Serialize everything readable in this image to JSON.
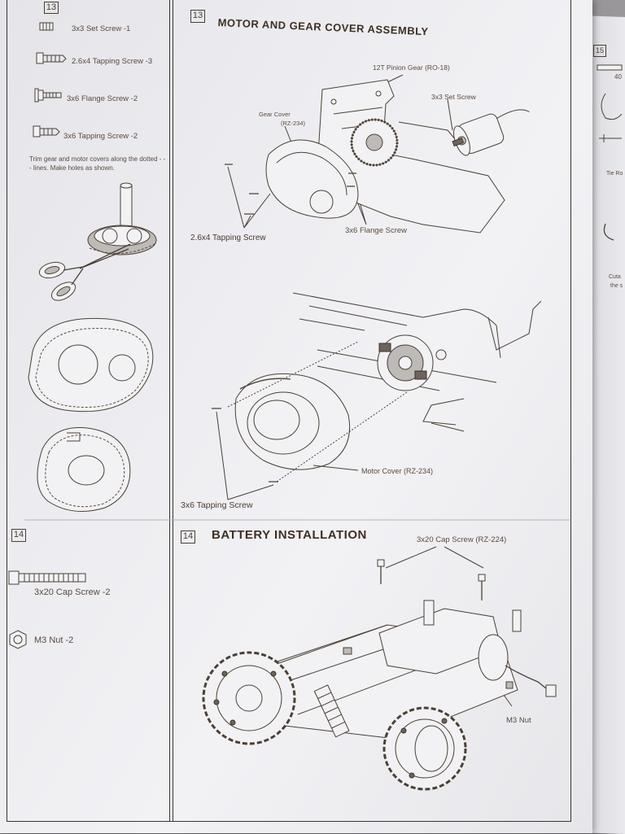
{
  "left_column": {
    "step13_number": "13",
    "parts": [
      {
        "label": "3x3 Set Screw -1",
        "icon": "set-screw-icon"
      },
      {
        "label": "2.6x4 Tapping Screw -3",
        "icon": "tapping-screw-icon"
      },
      {
        "label": "3x6 Flange Screw -2",
        "icon": "flange-screw-icon"
      },
      {
        "label": "3x6 Tapping Screw -2",
        "icon": "tapping-screw-icon"
      }
    ],
    "trim_note": "Trim gear and motor covers along the dotted - - - lines. Make holes as shown.",
    "step14_number": "14",
    "parts14": [
      {
        "label": "3x20 Cap Screw -2",
        "icon": "cap-screw-icon"
      },
      {
        "label": "M3 Nut -2",
        "icon": "hex-nut-icon"
      }
    ]
  },
  "section13": {
    "number": "13",
    "title": "MOTOR AND GEAR COVER ASSEMBLY",
    "callouts": {
      "pinion": "12T Pinion Gear (RO-18)",
      "set_screw": "3x3 Set Screw",
      "gear_cover_line1": "Gear Cover",
      "gear_cover_line2": "(RZ-234)",
      "tapping_screw": "2.6x4 Tapping Screw",
      "flange_screw": "3x6 Flange Screw",
      "motor_cover": "Motor Cover (RZ-234)",
      "tapping_screw_3x6": "3x6 Tapping Screw"
    }
  },
  "section14": {
    "number": "14",
    "title": "BATTERY INSTALLATION",
    "callouts": {
      "cap_screw": "3x20 Cap Screw (RZ-224)",
      "nut": "M3 Nut"
    }
  },
  "next_page": {
    "step_number": "15",
    "fragments": [
      "40",
      "Tie Ro",
      "Cuta",
      "the s"
    ]
  }
}
